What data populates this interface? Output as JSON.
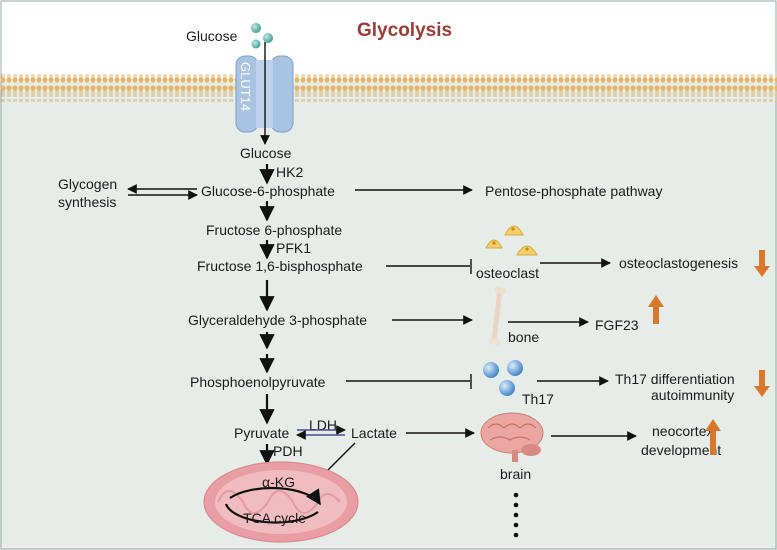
{
  "title": "Glycolysis",
  "transporter": "GLUT14",
  "extracellular": {
    "glucose": "Glucose"
  },
  "pathway": {
    "glucose": "Glucose",
    "hk2": "HK2",
    "g6p": "Glucose-6-phosphate",
    "glycogen_line1": "Glycogen",
    "glycogen_line2": "synthesis",
    "ppp": "Pentose-phosphate pathway",
    "f6p": "Fructose 6-phosphate",
    "pfk1": "PFK1",
    "f16bp": "Fructose 1,6-bisphosphate",
    "g3p": "Glyceraldehyde 3-phosphate",
    "pep": "Phosphoenolpyruvate",
    "pyruvate": "Pyruvate",
    "ldh": "LDH",
    "lactate": "Lactate",
    "pdh": "PDH",
    "akg": "α-KG",
    "tca": "TCA cycle"
  },
  "targets": {
    "osteoclast": "osteoclast",
    "osteoclastogenesis": "osteoclastogenesis",
    "bone": "bone",
    "fgf23": "FGF23",
    "th17": "Th17",
    "th17_diff": "Th17 differentiation",
    "autoimmunity": "autoimmunity",
    "brain": "brain",
    "neocortex": "neocortex",
    "development": "development"
  },
  "effects": {
    "osteoclastogenesis": "down",
    "fgf23": "up",
    "th17": "down",
    "neocortex": "up"
  },
  "colors": {
    "title": "#9e3b36",
    "cell_fill": "#e6ede9",
    "membrane": "#e1b86e",
    "transporter": "#a9c3e2",
    "mitochondrion": "#e99ea3",
    "effect_arrow": "#d9782c",
    "glucose_dot": "#67b8ad"
  }
}
